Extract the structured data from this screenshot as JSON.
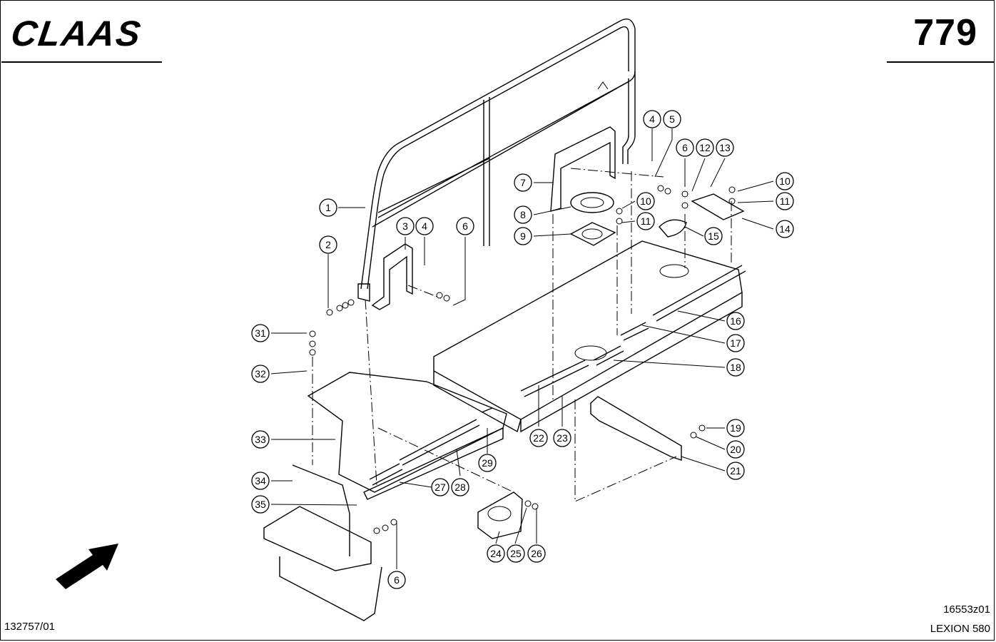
{
  "header": {
    "brand": "CLAAS",
    "page_number": "779"
  },
  "footer": {
    "document_number": "132757/01",
    "drawing_id": "16553z01",
    "model": "LEXION 580"
  },
  "callouts": [
    "1",
    "2",
    "3",
    "4",
    "4",
    "5",
    "6",
    "6",
    "6",
    "7",
    "8",
    "9",
    "10",
    "10",
    "11",
    "11",
    "12",
    "13",
    "14",
    "15",
    "16",
    "17",
    "18",
    "19",
    "20",
    "21",
    "22",
    "23",
    "24",
    "25",
    "26",
    "27",
    "28",
    "29",
    "31",
    "32",
    "33",
    "34",
    "35"
  ],
  "icons": {
    "direction_arrow": "direction-arrow-icon"
  }
}
